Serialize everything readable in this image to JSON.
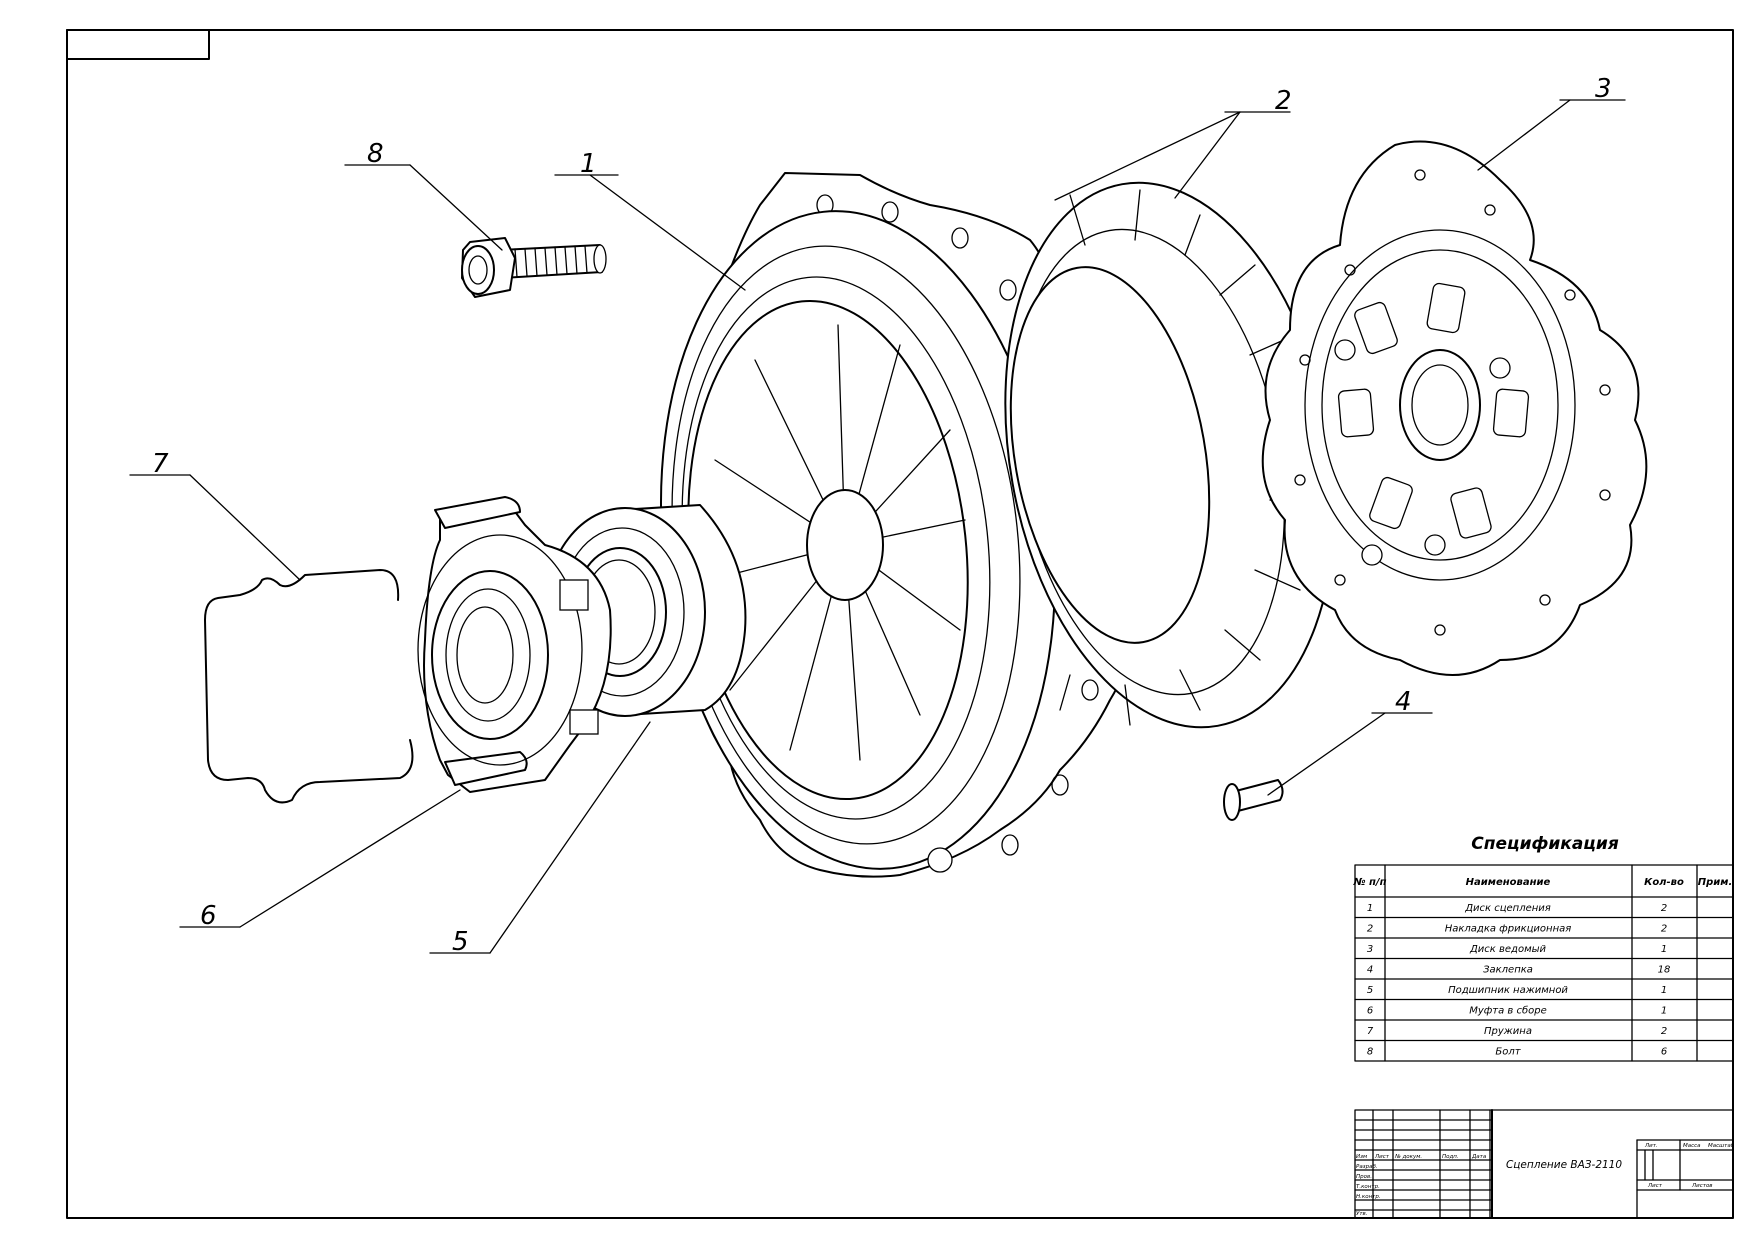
{
  "callouts": [
    "1",
    "2",
    "3",
    "4",
    "5",
    "6",
    "7",
    "8"
  ],
  "spec": {
    "title": "Спецификация",
    "headers": [
      "№ п/п",
      "Наименование",
      "Кол-во",
      "Прим."
    ],
    "rows": [
      [
        "1",
        "Диск сцепления",
        "2",
        ""
      ],
      [
        "2",
        "Накладка фрикционная",
        "2",
        ""
      ],
      [
        "3",
        "Диск ведомый",
        "1",
        ""
      ],
      [
        "4",
        "Заклепка",
        "18",
        ""
      ],
      [
        "5",
        "Подшипник нажимной",
        "1",
        ""
      ],
      [
        "6",
        "Муфта в сборе",
        "1",
        ""
      ],
      [
        "7",
        "Пружина",
        "2",
        ""
      ],
      [
        "8",
        "Болт",
        "6",
        ""
      ]
    ]
  },
  "title_block": {
    "name": "Сцепление ВАЗ-2110",
    "left_rows": [
      "Изм",
      "Лист",
      "№ докум.",
      "Подп.",
      "Дата",
      "Разраб.",
      "Пров.",
      "Т.контр.",
      "Н.контр.",
      "Утв."
    ],
    "right_headers": [
      "Лит.",
      "Масса",
      "Масштаб"
    ],
    "sheet_labels": [
      "Лист",
      "Листов"
    ]
  }
}
